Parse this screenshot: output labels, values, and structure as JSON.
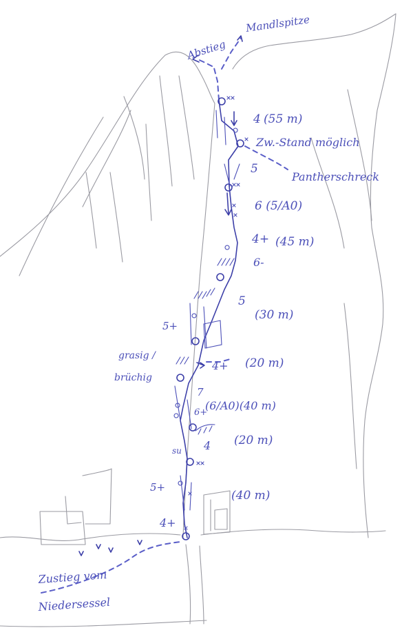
{
  "colors": {
    "ink": "#4b4fb8",
    "pencil": "#9a9aa2",
    "paper": "#ffffff"
  },
  "top": {
    "descent": "Abstieg",
    "summit": "Mandlspitze"
  },
  "notes": {
    "belay_option": "Zw.-Stand möglich",
    "ledge": "Pantherschreck"
  },
  "pitches": [
    {
      "grade": "4",
      "length": "(55 m)"
    },
    {
      "grade": "5",
      "length": ""
    },
    {
      "grade": "6 (5/A0)",
      "length": ""
    },
    {
      "grade": "4+",
      "length": "(45 m)"
    },
    {
      "grade": "6-",
      "length": ""
    },
    {
      "grade": "5",
      "length": "(30 m)"
    },
    {
      "grade": "5+",
      "length": ""
    },
    {
      "grade": "4+",
      "length": "(20 m)"
    },
    {
      "grade": "7",
      "length": ""
    },
    {
      "grade": "6+",
      "length": "(6/A0)(40 m)"
    },
    {
      "grade": "4",
      "length": "(20 m)"
    },
    {
      "grade": "5+",
      "length": "(40 m)"
    },
    {
      "grade": "4+",
      "length": ""
    }
  ],
  "side_note": {
    "line1": "grasig /",
    "line2": "brüchig"
  },
  "small_labels": {
    "su": "su"
  },
  "approach": {
    "line1": "Zustieg vom",
    "line2": "Niedersessel"
  }
}
